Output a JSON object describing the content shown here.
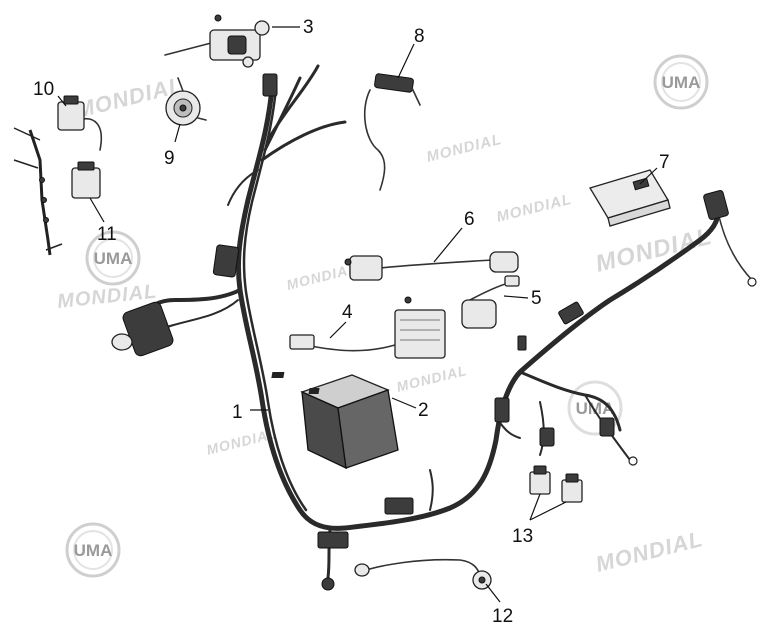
{
  "watermark": {
    "brand_text": "MONDIAL",
    "logo_text": "UMA"
  },
  "callouts": {
    "c1": "1",
    "c2": "2",
    "c3": "3",
    "c4": "4",
    "c5": "5",
    "c6": "6",
    "c7": "7",
    "c8": "8",
    "c9": "9",
    "c10": "10",
    "c11": "11",
    "c12": "12",
    "c13": "13"
  }
}
